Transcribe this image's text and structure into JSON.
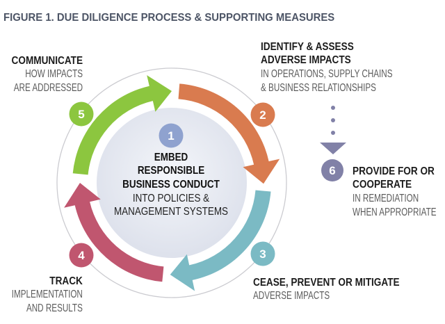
{
  "figure": {
    "title": "FIGURE 1. DUE DILIGENCE PROCESS & SUPPORTING MEASURES"
  },
  "steps": [
    {
      "number": "1",
      "title_lines": [
        "EMBED",
        "RESPONSIBLE",
        "BUSINESS CONDUCT"
      ],
      "desc_lines": [
        "INTO POLICIES &",
        "MANAGEMENT SYSTEMS"
      ],
      "color": "#8fa2cf"
    },
    {
      "number": "2",
      "title_lines": [
        "IDENTIFY & ASSESS",
        "ADVERSE IMPACTS"
      ],
      "desc_lines": [
        "IN OPERATIONS, SUPPLY CHAINS",
        "& BUSINESS RELATIONSHIPS"
      ],
      "color": "#d97b4f"
    },
    {
      "number": "3",
      "title_lines": [
        "CEASE, PREVENT OR MITIGATE"
      ],
      "desc_lines": [
        "ADVERSE IMPACTS"
      ],
      "color": "#7bbac4"
    },
    {
      "number": "4",
      "title_lines": [
        "TRACK"
      ],
      "desc_lines": [
        "IMPLEMENTATION",
        "AND RESULTS"
      ],
      "color": "#c0566f"
    },
    {
      "number": "5",
      "title_lines": [
        "COMMUNICATE"
      ],
      "desc_lines": [
        "HOW IMPACTS",
        "ARE ADDRESSED"
      ],
      "color": "#8cc63f"
    },
    {
      "number": "6",
      "title_lines": [
        "PROVIDE FOR OR",
        "COOPERATE"
      ],
      "desc_lines": [
        "IN REMEDIATION",
        "WHEN APPROPRIATE"
      ],
      "color": "#8181a7"
    }
  ]
}
